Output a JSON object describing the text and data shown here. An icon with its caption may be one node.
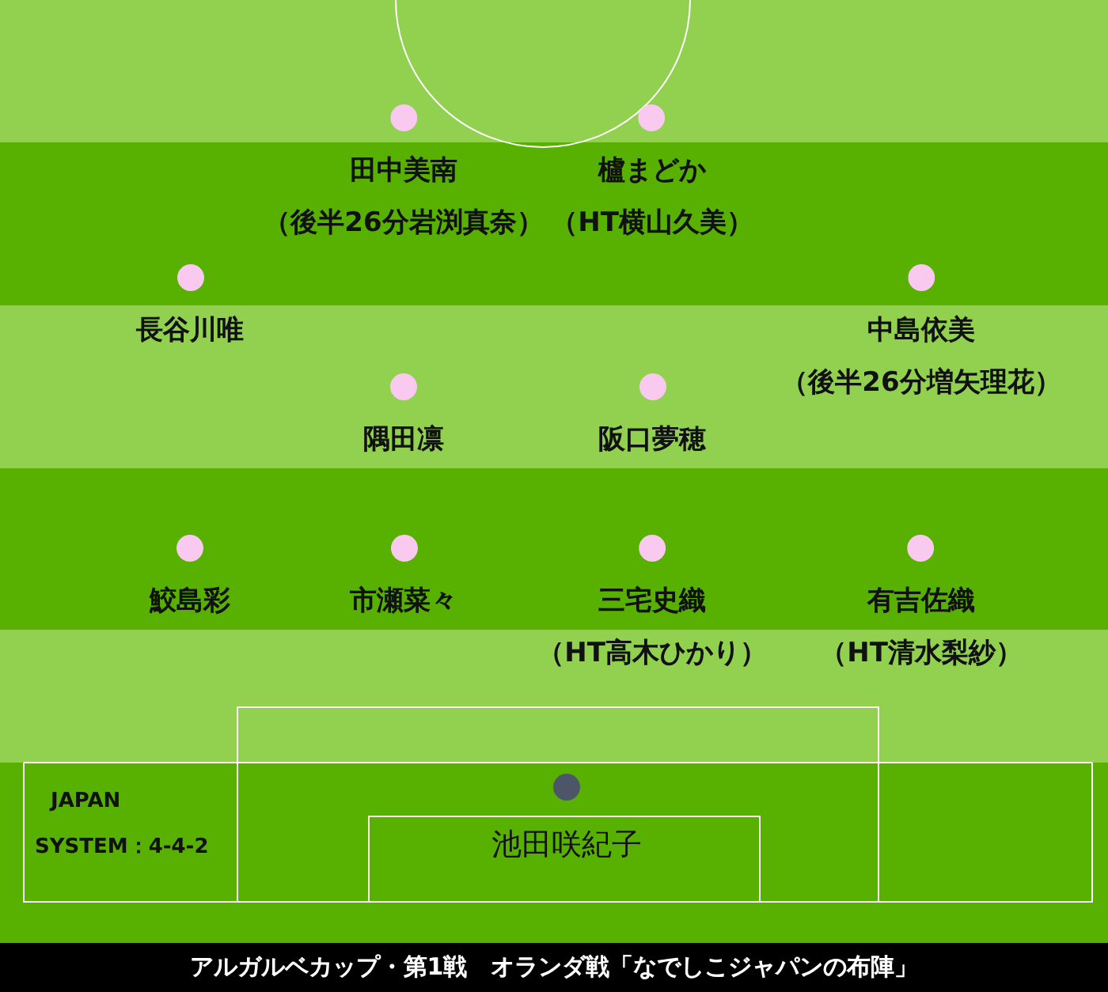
{
  "diagram": {
    "caption": "アルガルベカップ・第1戦　オランダ戦「なでしこジャパンの布陣」",
    "nodes": [
      {
        "text": [
          "田中美南",
          "（後半26分岩渕真奈）"
        ]
      },
      {
        "text": [
          "櫨まどか",
          "（HT横山久美）"
        ]
      },
      {
        "text": [
          "長谷川唯"
        ]
      },
      {
        "text": [
          "中島依美",
          "（後半26分増矢理花）"
        ]
      },
      {
        "text": [
          "隅田凛"
        ]
      },
      {
        "text": [
          "阪口夢穂"
        ]
      },
      {
        "text": [
          "鮫島彩"
        ]
      },
      {
        "text": [
          "市瀬菜々"
        ]
      },
      {
        "text": [
          "三宅史織",
          "（HT高木ひかり）"
        ]
      },
      {
        "text": [
          "有吉佐織",
          "（HT清水梨紗）"
        ]
      },
      {
        "text": [
          "池田咲紀子"
        ]
      }
    ],
    "labels": [
      "JAPAN",
      "SYSTEM：4-4-2"
    ]
  }
}
